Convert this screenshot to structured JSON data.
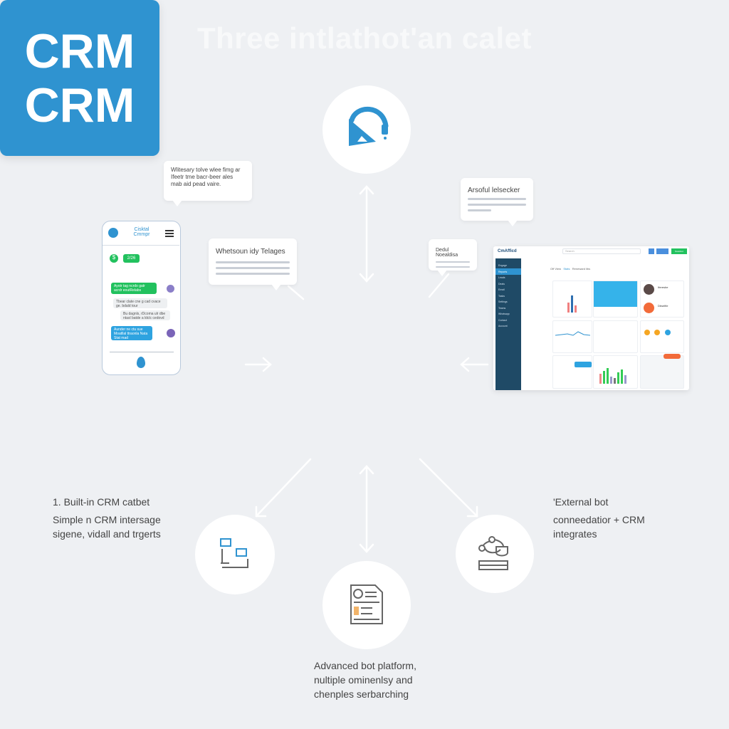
{
  "title": "Three intlathot'an calet",
  "center": {
    "line1": "CRM",
    "line2": "CRM",
    "color": "#2f93d0"
  },
  "callouts": {
    "top_left": "Wlitesary tolve wlee fimg ar Ifeetr tme bacr-beer ales mab aid pead vaire.",
    "left": "Whetsoun idy Telages",
    "top_right": "Arsoful lelsecker",
    "right": "Dedul Noealdisa"
  },
  "phone": {
    "app_name": "Cisktal Cmmpr",
    "chip_label": "2/26",
    "messages": [
      "Ayotr tag ncrdo gatr acrdr eoutRelabs",
      "Tbear clate cne g cad cvace ge. bdald tour",
      "Bu dagnls, rDcoma ulr dbe ntasl batde a ldclc cedovd",
      "Aunder ne ctu sue Moatllal ttraonla Nata Stat mad"
    ]
  },
  "dashboard": {
    "brand": "CmAfficd",
    "search_placeholder": "Search",
    "new_button": "Newsbot",
    "tabs": [
      "Off View",
      "Stats",
      "Reneward libs"
    ],
    "sidebar": [
      "Engage",
      "Reports",
      "Leads",
      "Deals",
      "Email",
      "Tasks",
      "Settings",
      "Teams",
      "Whatsapp",
      "Contact",
      "Account"
    ],
    "profiles": [
      "Ifereshe",
      "Dbselfie"
    ]
  },
  "captions": {
    "left": {
      "title": "1. Built-in CRM catbet",
      "body": [
        "Simple n CRM intersage",
        "sigene, vidall and trgerts"
      ]
    },
    "right": {
      "title": "'External bot",
      "body": [
        "conneedatior + CRM",
        "integrates"
      ]
    },
    "bottom": {
      "body": [
        "Advanced bot platform,",
        "nultiple ominenlsy and",
        "chenples serbarching"
      ]
    }
  },
  "icons": {
    "top": "headset-icon",
    "bottom_left": "chat-bubbles-icon",
    "bottom_center": "document-icon",
    "bottom_right": "network-stack-icon"
  },
  "colors": {
    "accent": "#2f93d0",
    "green": "#22c15e",
    "orange": "#f26b3a"
  }
}
